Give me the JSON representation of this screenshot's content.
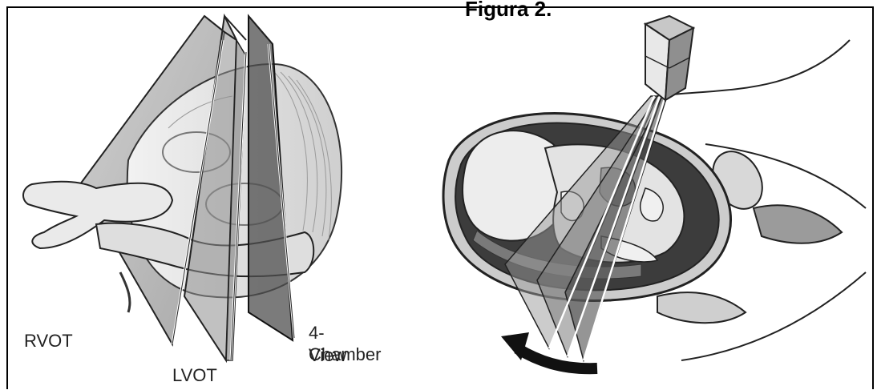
{
  "figure": {
    "title": "Figura 2.",
    "labels": {
      "rvot": "RVOT",
      "lvot": "LVOT",
      "four_chamber_line1": "4-Chamber",
      "four_chamber_line2": "View"
    }
  },
  "colors": {
    "outline": "#1a1a1a",
    "plane_light": "#b9b9b9",
    "plane_mid": "#8e8e8e",
    "plane_dark": "#4f4f4f",
    "tissue": "#e6e6e6",
    "shadow": "#707070"
  },
  "icons": [
    "heart-illustration",
    "fetus-illustration",
    "ultrasound-probe",
    "rotation-arrow"
  ]
}
